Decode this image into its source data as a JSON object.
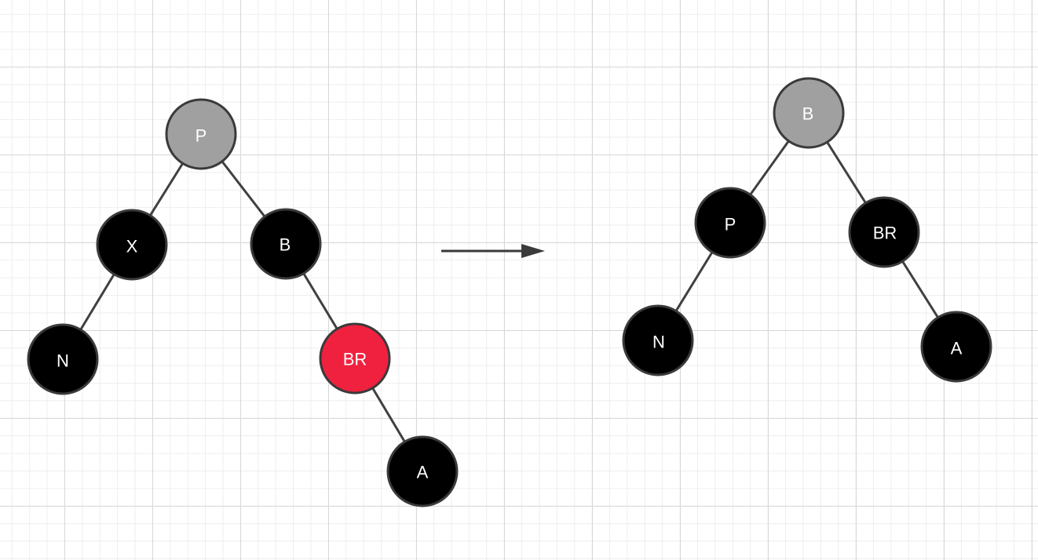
{
  "colors": {
    "black_node": "#000000",
    "red_node": "#f0213f",
    "gray_node": "#a0a0a0",
    "edge": "#404040"
  },
  "before_tree": {
    "nodes": {
      "P": {
        "label": "P",
        "color": "gray"
      },
      "X": {
        "label": "X",
        "color": "black"
      },
      "B": {
        "label": "B",
        "color": "black"
      },
      "N": {
        "label": "N",
        "color": "black"
      },
      "BR": {
        "label": "BR",
        "color": "red"
      },
      "A": {
        "label": "A",
        "color": "black"
      }
    }
  },
  "after_tree": {
    "nodes": {
      "B": {
        "label": "B",
        "color": "gray"
      },
      "P": {
        "label": "P",
        "color": "black"
      },
      "BR": {
        "label": "BR",
        "color": "black"
      },
      "N": {
        "label": "N",
        "color": "black"
      },
      "A": {
        "label": "A",
        "color": "black"
      }
    }
  },
  "arrow": {
    "direction": "right",
    "icon": "arrow-right-icon"
  }
}
